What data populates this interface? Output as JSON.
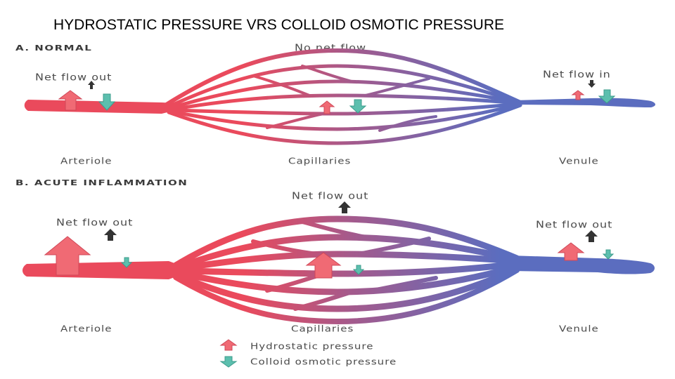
{
  "title": "HYDROSTATIC PRESSURE VRS COLLOID OSMOTIC PRESSURE",
  "panel_a": {
    "heading": "A. NORMAL",
    "center_label": "No net flow",
    "left_label": "Net flow out",
    "right_label": "Net flow in",
    "arteriole": "Arteriole",
    "capillaries": "Capillaries",
    "venule": "Venule"
  },
  "panel_b": {
    "heading": "B. ACUTE INFLAMMATION",
    "center_label": "Net flow out",
    "left_label": "Net flow out",
    "right_label": "Net flow out",
    "arteriole": "Arteriole",
    "capillaries": "Capillaries",
    "venule": "Venule"
  },
  "legend": {
    "hydrostatic": "Hydrostatic pressure",
    "colloid": "Colloid osmotic pressure"
  },
  "colors": {
    "arterial": "#ea4a5c",
    "capillary": "#a45a8c",
    "venous": "#5b6dbf",
    "hydrostatic_arrow": "#f06a74",
    "colloid_arrow": "#5cbfae",
    "net_flow_arrow": "#333333"
  }
}
